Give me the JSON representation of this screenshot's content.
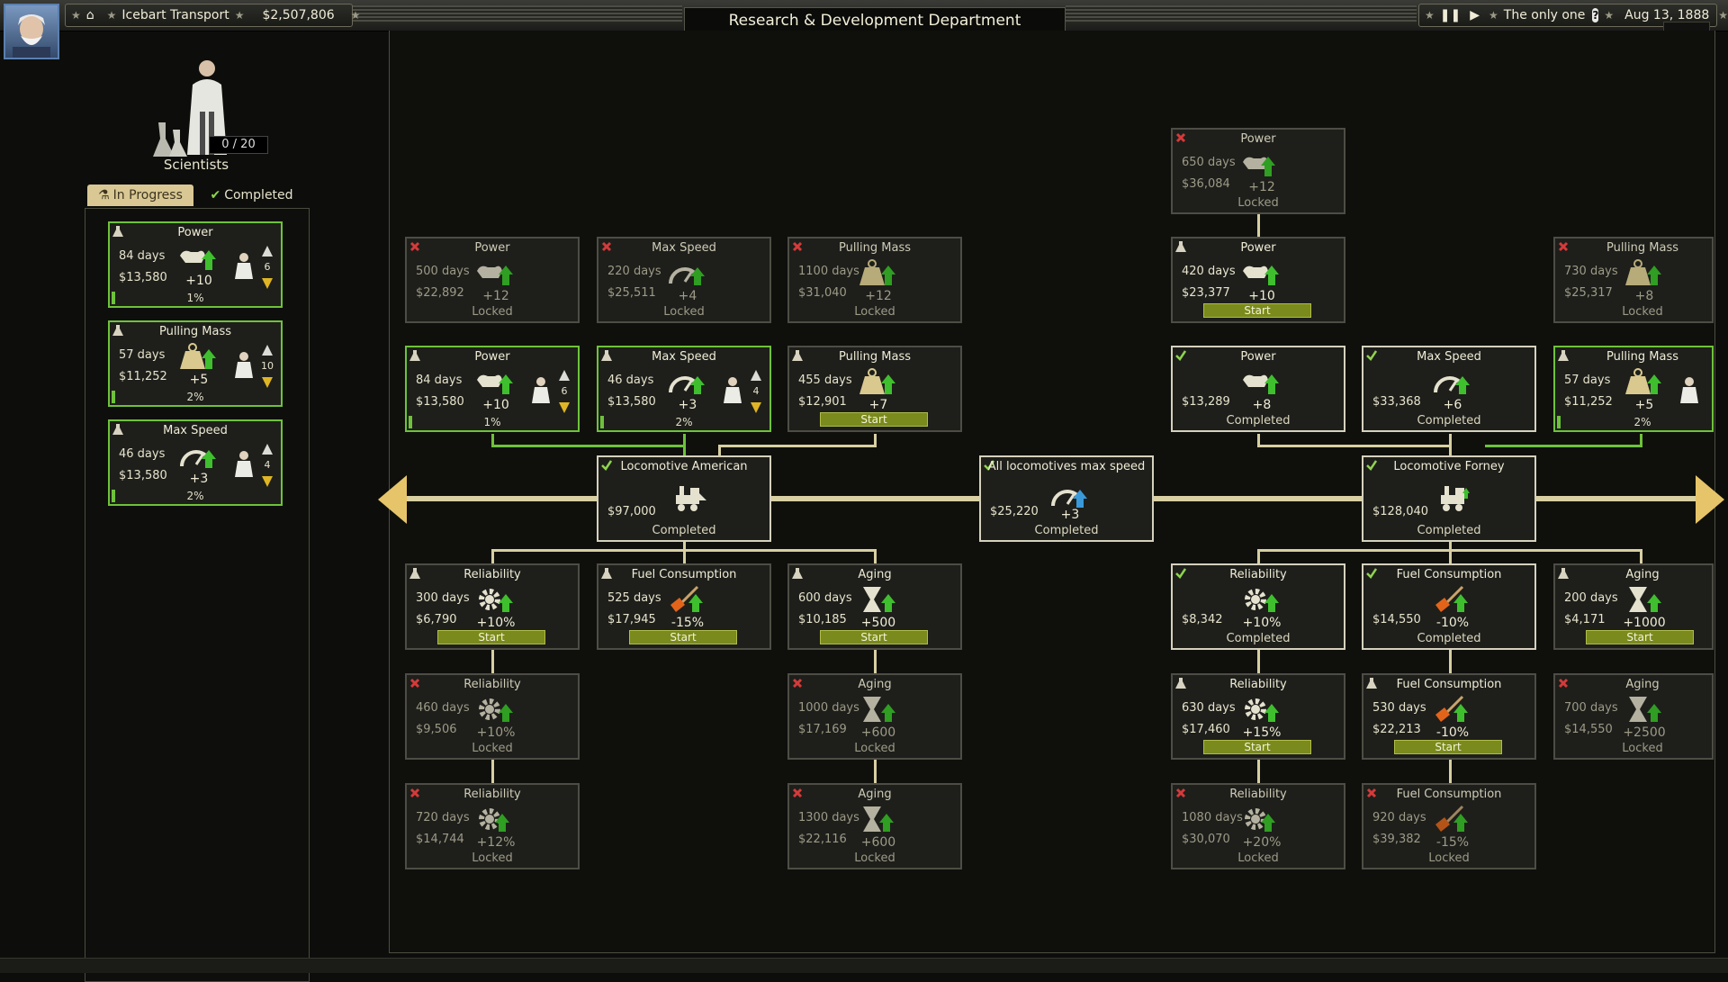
{
  "header": {
    "company": "Icebart Transport",
    "money": "$2,507,806",
    "title": "Research & Development Department",
    "company_name": "The only one",
    "date": "Aug 13, 1888",
    "close_label": "✕"
  },
  "scientists": {
    "count": "0 / 20",
    "label": "Scientists"
  },
  "tabs": {
    "in_progress": "In Progress",
    "completed": "Completed"
  },
  "progress_list": [
    {
      "title": "Power",
      "days": "84 days",
      "cost": "$13,580",
      "bonus": "+10",
      "pct": "1%",
      "sci": "6",
      "icon": "power"
    },
    {
      "title": "Pulling Mass",
      "days": "57 days",
      "cost": "$11,252",
      "bonus": "+5",
      "pct": "2%",
      "sci": "10",
      "icon": "mass"
    },
    {
      "title": "Max Speed",
      "days": "46 days",
      "cost": "$13,580",
      "bonus": "+3",
      "pct": "2%",
      "sci": "4",
      "icon": "speed"
    }
  ],
  "hubs": [
    {
      "title": "Locomotive American",
      "cost": "$97,000",
      "status": "Completed"
    },
    {
      "title": "All locomotives max speed",
      "cost": "$25,220",
      "bonus": "+3",
      "status": "Completed"
    },
    {
      "title": "Locomotive Forney",
      "cost": "$128,040",
      "status": "Completed"
    }
  ],
  "cards": {
    "a_power_locked": {
      "title": "Power",
      "days": "500 days",
      "cost": "$22,892",
      "bonus": "+12",
      "status": "Locked"
    },
    "a_speed_locked": {
      "title": "Max Speed",
      "days": "220 days",
      "cost": "$25,511",
      "bonus": "+4",
      "status": "Locked"
    },
    "a_mass_locked": {
      "title": "Pulling Mass",
      "days": "1100 days",
      "cost": "$31,040",
      "bonus": "+12",
      "status": "Locked"
    },
    "a_power_prog": {
      "title": "Power",
      "days": "84 days",
      "cost": "$13,580",
      "bonus": "+10",
      "pct": "1%",
      "sci": "6"
    },
    "a_speed_prog": {
      "title": "Max Speed",
      "days": "46 days",
      "cost": "$13,580",
      "bonus": "+3",
      "pct": "2%",
      "sci": "4"
    },
    "a_mass_start": {
      "title": "Pulling Mass",
      "days": "455 days",
      "cost": "$12,901",
      "bonus": "+7",
      "status": "Start"
    },
    "a_rel_start": {
      "title": "Reliability",
      "days": "300 days",
      "cost": "$6,790",
      "bonus": "+10%",
      "status": "Start"
    },
    "a_fuel_start": {
      "title": "Fuel Consumption",
      "days": "525 days",
      "cost": "$17,945",
      "bonus": "-15%",
      "status": "Start"
    },
    "a_aging_start": {
      "title": "Aging",
      "days": "600 days",
      "cost": "$10,185",
      "bonus": "+500",
      "status": "Start"
    },
    "a_rel_lock1": {
      "title": "Reliability",
      "days": "460 days",
      "cost": "$9,506",
      "bonus": "+10%",
      "status": "Locked"
    },
    "a_aging_lock1": {
      "title": "Aging",
      "days": "1000 days",
      "cost": "$17,169",
      "bonus": "+600",
      "status": "Locked"
    },
    "a_rel_lock2": {
      "title": "Reliability",
      "days": "720 days",
      "cost": "$14,744",
      "bonus": "+12%",
      "status": "Locked"
    },
    "a_aging_lock2": {
      "title": "Aging",
      "days": "1300 days",
      "cost": "$22,116",
      "bonus": "+600",
      "status": "Locked"
    },
    "f_power_lock_top": {
      "title": "Power",
      "days": "650 days",
      "cost": "$36,084",
      "bonus": "+12",
      "status": "Locked"
    },
    "f_power_start": {
      "title": "Power",
      "days": "420 days",
      "cost": "$23,377",
      "bonus": "+10",
      "status": "Start"
    },
    "f_mass_lock": {
      "title": "Pulling Mass",
      "days": "730 days",
      "cost": "$25,317",
      "bonus": "+8",
      "status": "Locked"
    },
    "f_power_done": {
      "title": "Power",
      "cost": "$13,289",
      "bonus": "+8",
      "status": "Completed"
    },
    "f_speed_done": {
      "title": "Max Speed",
      "cost": "$33,368",
      "bonus": "+6",
      "status": "Completed"
    },
    "f_mass_prog": {
      "title": "Pulling Mass",
      "days": "57 days",
      "cost": "$11,252",
      "bonus": "+5",
      "pct": "2%"
    },
    "f_rel_done": {
      "title": "Reliability",
      "cost": "$8,342",
      "bonus": "+10%",
      "status": "Completed"
    },
    "f_fuel_done": {
      "title": "Fuel Consumption",
      "cost": "$14,550",
      "bonus": "-10%",
      "status": "Completed"
    },
    "f_aging_start": {
      "title": "Aging",
      "days": "200 days",
      "cost": "$4,171",
      "bonus": "+1000",
      "status": "Start"
    },
    "f_rel_start": {
      "title": "Reliability",
      "days": "630 days",
      "cost": "$17,460",
      "bonus": "+15%",
      "status": "Start"
    },
    "f_fuel_start": {
      "title": "Fuel Consumption",
      "days": "530 days",
      "cost": "$22,213",
      "bonus": "-10%",
      "status": "Start"
    },
    "f_aging_lock": {
      "title": "Aging",
      "days": "700 days",
      "cost": "$14,550",
      "bonus": "+2500",
      "status": "Locked"
    },
    "f_rel_lock": {
      "title": "Reliability",
      "days": "1080 days",
      "cost": "$30,070",
      "bonus": "+20%",
      "status": "Locked"
    },
    "f_fuel_lock": {
      "title": "Fuel Consumption",
      "days": "920 days",
      "cost": "$39,382",
      "bonus": "-15%",
      "status": "Locked"
    }
  },
  "colors": {
    "progress": "#6ec23a",
    "gold": "#d8cfa2",
    "start": "#7a8a1c"
  }
}
